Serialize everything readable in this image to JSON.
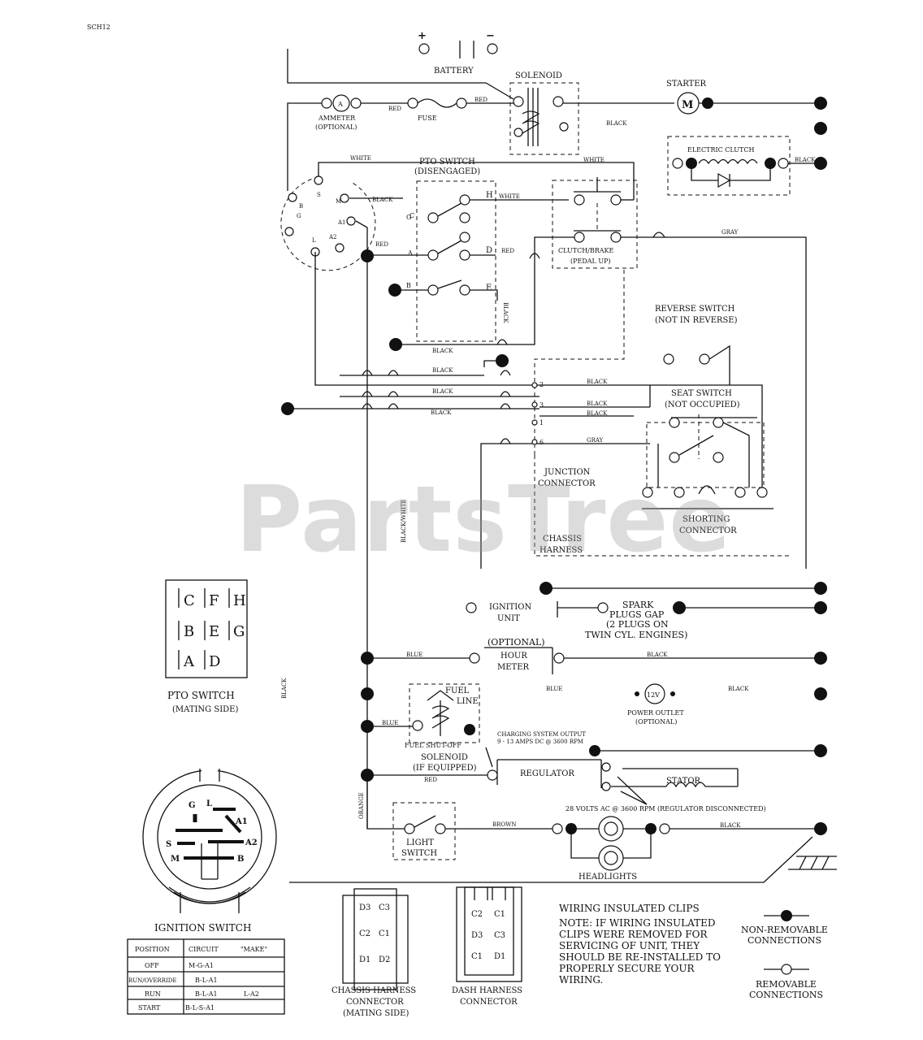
{
  "drawing_code": "SCH12",
  "watermark": "PartsTree",
  "battery": {
    "label": "BATTERY",
    "plus": "+",
    "minus": "−"
  },
  "solenoid": "SOLENOID",
  "starter": {
    "label": "STARTER",
    "symbol": "M"
  },
  "ammeter": {
    "line1": "AMMETER",
    "line2": "(OPTIONAL)",
    "symbol": "A"
  },
  "fuse": "FUSE",
  "wire_labels": {
    "red": "RED",
    "black": "BLACK",
    "white": "WHITE",
    "gray": "GRAY",
    "blue": "BLUE",
    "orange": "ORANGE",
    "brown": "BROWN",
    "black_white": "BLACK/WHITE"
  },
  "electric_clutch": "ELECTRIC CLUTCH",
  "pto_switch_top": {
    "line1": "PTO SWITCH",
    "line2": "(DISENGAGED)"
  },
  "pto_letters": {
    "g": "G",
    "h": "H",
    "c": "C",
    "a": "A",
    "d": "D",
    "b": "B",
    "e": "E"
  },
  "ignition_terminals": {
    "s": "S",
    "b": "B",
    "l": "L",
    "m": "M",
    "a1": "A1",
    "a2": "A2",
    "g": "G"
  },
  "clutch_brake": {
    "line1": "CLUTCH/BRAKE",
    "line2": "(PEDAL UP)"
  },
  "reverse_switch": {
    "line1": "REVERSE SWITCH",
    "line2": "(NOT IN REVERSE)"
  },
  "seat_switch": {
    "line1": "SEAT SWITCH",
    "line2": "(NOT OCCUPIED)"
  },
  "junction_connector": {
    "line1": "JUNCTION",
    "line2": "CONNECTOR"
  },
  "junction_pins": {
    "p2": "2",
    "p3": "3",
    "p1": "1",
    "p6": "6"
  },
  "shorting_connector": {
    "line1": "SHORTING",
    "line2": "CONNECTOR"
  },
  "chassis_harness": {
    "line1": "CHASSIS",
    "line2": "HARNESS"
  },
  "pto_mating": {
    "row1": [
      "C",
      "F",
      "H"
    ],
    "row2": [
      "B",
      "E",
      "G"
    ],
    "row3": [
      "A",
      "D"
    ],
    "title": "PTO SWITCH",
    "subtitle": "(MATING SIDE)"
  },
  "ignition_unit": {
    "line1": "IGNITION",
    "line2": "UNIT"
  },
  "spark_plugs": {
    "line1": "SPARK",
    "line2": "PLUGS GAP",
    "line3": "(2 PLUGS ON",
    "line4": "TWIN CYL. ENGINES)"
  },
  "hour_meter": {
    "line1": "(OPTIONAL)",
    "line2": "HOUR",
    "line3": "METER"
  },
  "fuel_solenoid": {
    "line1": "FUEL",
    "line2": "LINE",
    "line3": "FUEL SHUT-OFF",
    "line4": "SOLENOID",
    "line5": "(IF EQUIPPED)"
  },
  "power_outlet": {
    "symbol": "12V",
    "line1": "POWER OUTLET",
    "line2": "(OPTIONAL)"
  },
  "charging_output": {
    "line1": "CHARGING SYSTEM OUTPUT",
    "line2": "9 - 13 AMPS DC @ 3600 RPM"
  },
  "regulator": "REGULATOR",
  "stator": "STATOR",
  "stator_note": "28 VOLTS AC @ 3600 RPM (REGULATOR DISCONNECTED)",
  "light_switch": {
    "line1": "LIGHT",
    "line2": "SWITCH"
  },
  "headlights": "HEADLIGHTS",
  "ignition_switch_title": "IGNITION SWITCH",
  "ignition_table": {
    "headers": [
      "POSITION",
      "CIRCUIT",
      "\"MAKE\""
    ],
    "rows": [
      [
        "OFF",
        "M-G-A1",
        ""
      ],
      [
        "RUN/OVERRIDE",
        "B-L-A1",
        ""
      ],
      [
        "RUN",
        "B-L-A1",
        "L-A2"
      ],
      [
        "START",
        "B-L-S-A1",
        ""
      ]
    ]
  },
  "chassis_harness_connector": {
    "pins": [
      [
        "D3",
        "C3"
      ],
      [
        "C2",
        "C1"
      ],
      [
        "D1",
        "D2"
      ]
    ],
    "line1": "CHASSIS HARNESS",
    "line2": "CONNECTOR",
    "line3": "(MATING SIDE)"
  },
  "dash_harness_connector": {
    "pins": [
      [
        "C2",
        "C1"
      ],
      [
        "D3",
        "C3"
      ],
      [
        "C1",
        "D1"
      ]
    ],
    "line1": "DASH HARNESS",
    "line2": "CONNECTOR"
  },
  "clips_note": {
    "title": "WIRING INSULATED CLIPS",
    "lines": [
      "NOTE: IF WIRING INSULATED",
      "CLIPS WERE REMOVED FOR",
      "SERVICING OF UNIT, THEY",
      "SHOULD BE RE-INSTALLED TO",
      "PROPERLY SECURE YOUR",
      "WIRING."
    ]
  },
  "legend": {
    "non_removable": {
      "line1": "NON-REMOVABLE",
      "line2": "CONNECTIONS"
    },
    "removable": {
      "line1": "REMOVABLE",
      "line2": "CONNECTIONS"
    }
  }
}
